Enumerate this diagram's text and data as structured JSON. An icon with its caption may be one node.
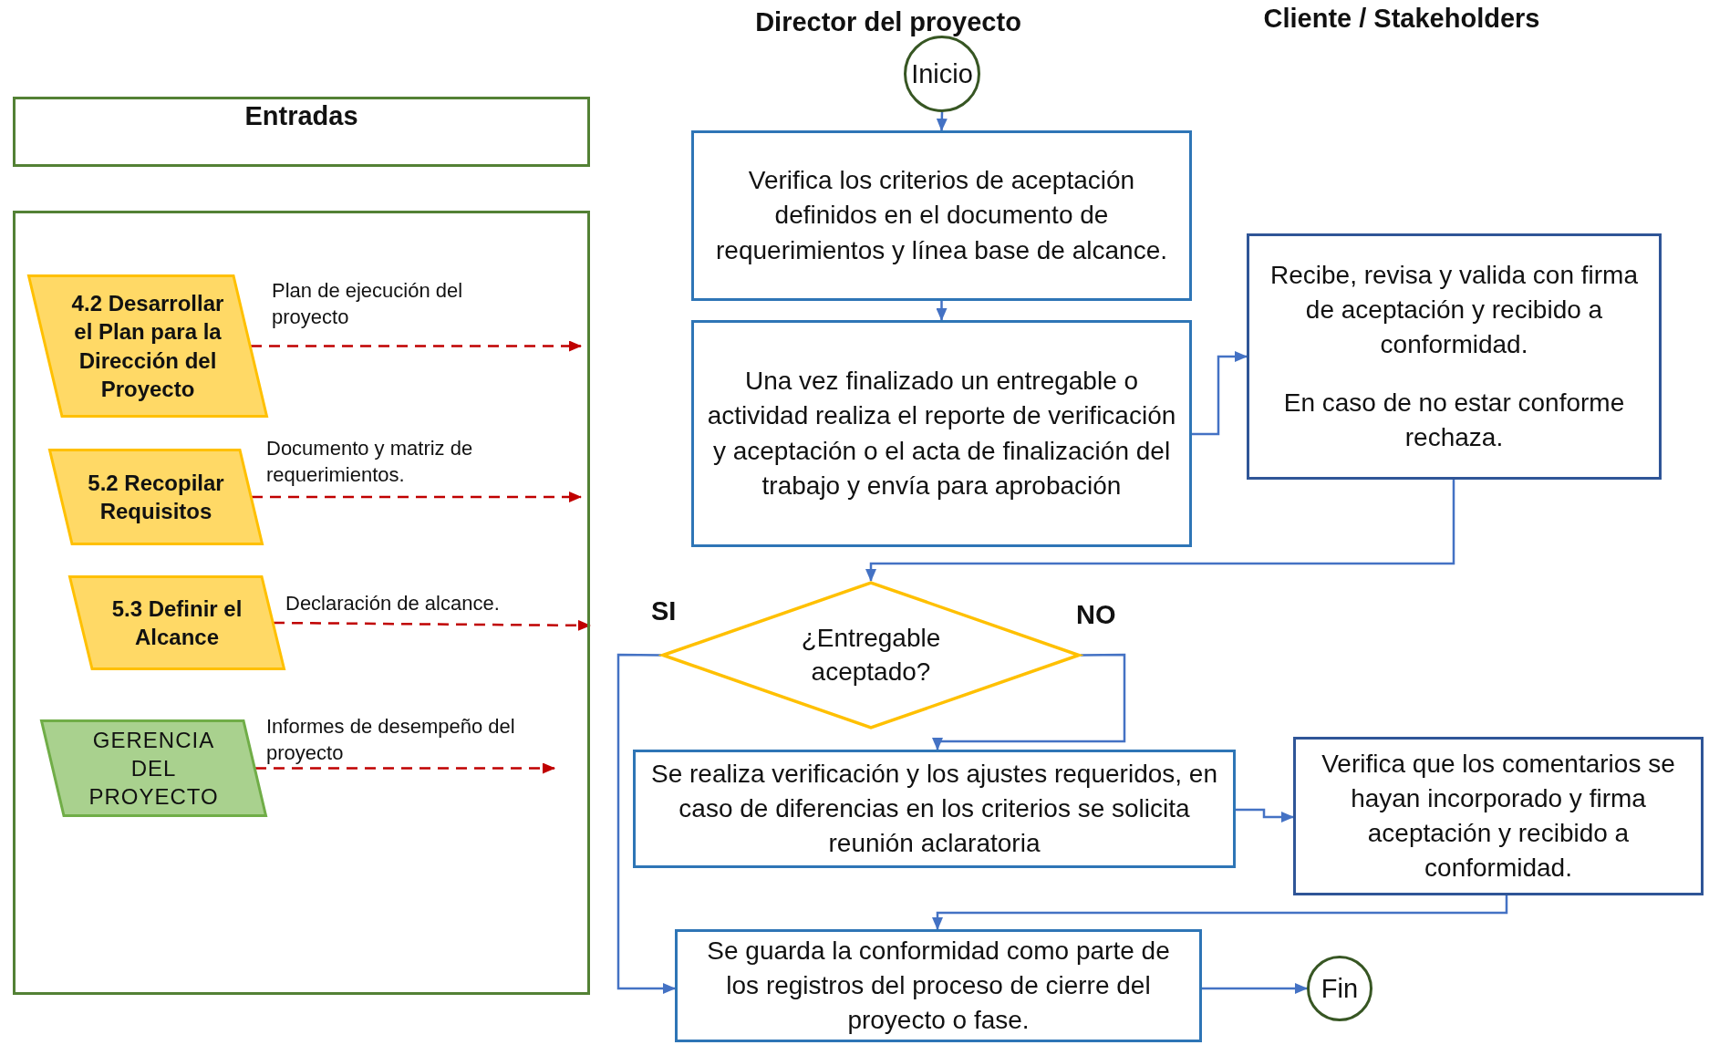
{
  "diagram": {
    "nodes": [
      {
        "text": [
          "Entradas"
        ]
      },
      {
        "text": [],
        "shape": "box"
      },
      {
        "text": [
          "4.2 Desarrollar el Plan para la Dirección del Proyecto"
        ],
        "in": 1
      },
      {
        "text": [
          "5.2 Recopilar Requisitos"
        ],
        "in": 1
      },
      {
        "text": [
          "5.3 Definir el Alcance"
        ],
        "in": 1
      },
      {
        "text": [
          "GERENCIA DEL PROYECTO"
        ],
        "in": 1
      },
      {
        "text": [
          "Inicio"
        ]
      },
      {
        "text": [
          "Verifica los criterios de aceptación definidos en el documento de requerimientos y línea base de alcance."
        ]
      },
      {
        "text": [
          "Una vez finalizado un entregable o actividad realiza el reporte de verificación y aceptación o el acta de finalización del trabajo y envía para aprobación"
        ]
      },
      {
        "text": [
          "Recibe, revisa y valida con firma de aceptación y recibido a conformidad.",
          "En caso de no estar conforme rechaza."
        ]
      },
      {
        "text": [
          "¿Entregable aceptado?"
        ]
      },
      {
        "text": [
          "Se realiza verificación y los ajustes requeridos, en caso de diferencias en los criterios se solicita reunión aclaratoria"
        ]
      },
      {
        "text": [
          "Verifica que los comentarios se hayan incorporado y firma aceptación y recibido a conformidad."
        ]
      },
      {
        "text": [
          "Se guarda la conformidad como parte de los registros del proceso de cierre del proyecto o fase."
        ]
      },
      {
        "text": [
          "Fin"
        ]
      }
    ],
    "edges": [
      {
        "from": 2,
        "to": null,
        "arrow": "to",
        "label": "Plan de ejecución del proyecto",
        "style": "dashed",
        "color": "#c00000"
      },
      {
        "from": 3,
        "to": null,
        "arrow": "to",
        "label": "Documento y matriz de requerimientos.",
        "style": "dashed",
        "color": "#c00000"
      },
      {
        "from": 4,
        "to": null,
        "arrow": "to",
        "label": "Declaración de alcance.",
        "style": "dashed",
        "color": "#c00000"
      },
      {
        "from": 5,
        "to": null,
        "arrow": "to",
        "label": "Informes de desempeño del proyecto",
        "style": "dashed",
        "color": "#c00000"
      },
      {
        "from": 6,
        "to": 7,
        "arrow": "to"
      },
      {
        "from": 7,
        "to": 8,
        "arrow": "to"
      },
      {
        "from": 8,
        "to": 9,
        "arrow": "to"
      },
      {
        "from": 9,
        "to": 10,
        "arrow": "to"
      },
      {
        "from": 10,
        "to": 13,
        "arrow": "to",
        "label": "SI"
      },
      {
        "from": 10,
        "to": 11,
        "arrow": "to",
        "label": "NO"
      },
      {
        "from": 11,
        "to": 12,
        "arrow": "to"
      },
      {
        "from": 12,
        "to": 13,
        "arrow": "to"
      },
      {
        "from": 13,
        "to": 14,
        "arrow": "to"
      }
    ],
    "labels": [
      "Director del proyecto",
      "Cliente / Stakeholders"
    ]
  }
}
